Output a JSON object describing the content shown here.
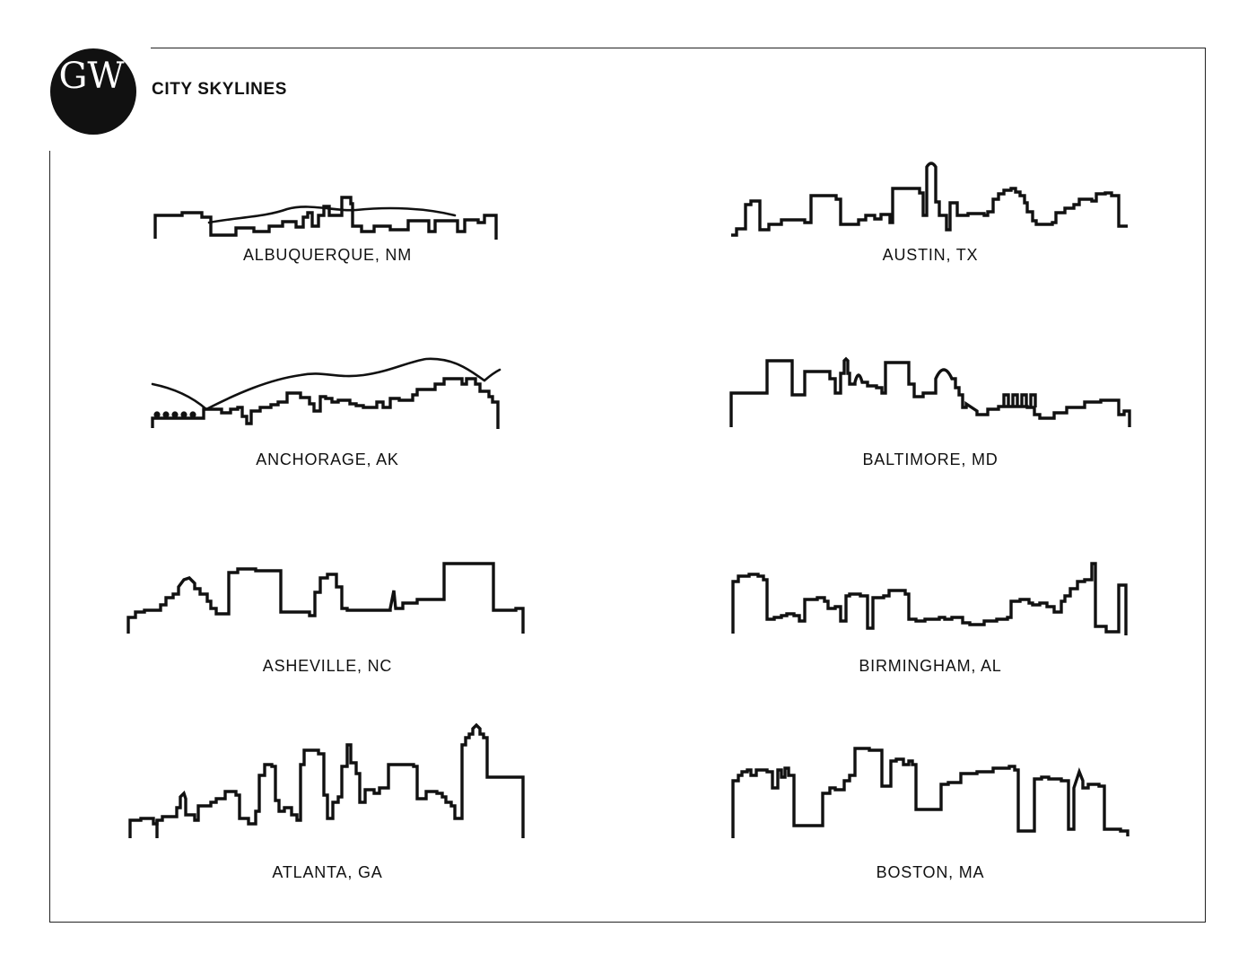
{
  "header": {
    "brand_title": "CITY SKYLINES",
    "logo_letters": "GW"
  },
  "skylines": [
    {
      "label": "ALBUQUERQUE, NM"
    },
    {
      "label": "AUSTIN, TX"
    },
    {
      "label": "ANCHORAGE, AK"
    },
    {
      "label": "BALTIMORE, MD"
    },
    {
      "label": "ASHEVILLE, NC"
    },
    {
      "label": "BIRMINGHAM, AL"
    },
    {
      "label": "ATLANTA, GA"
    },
    {
      "label": "BOSTON, MA"
    }
  ]
}
